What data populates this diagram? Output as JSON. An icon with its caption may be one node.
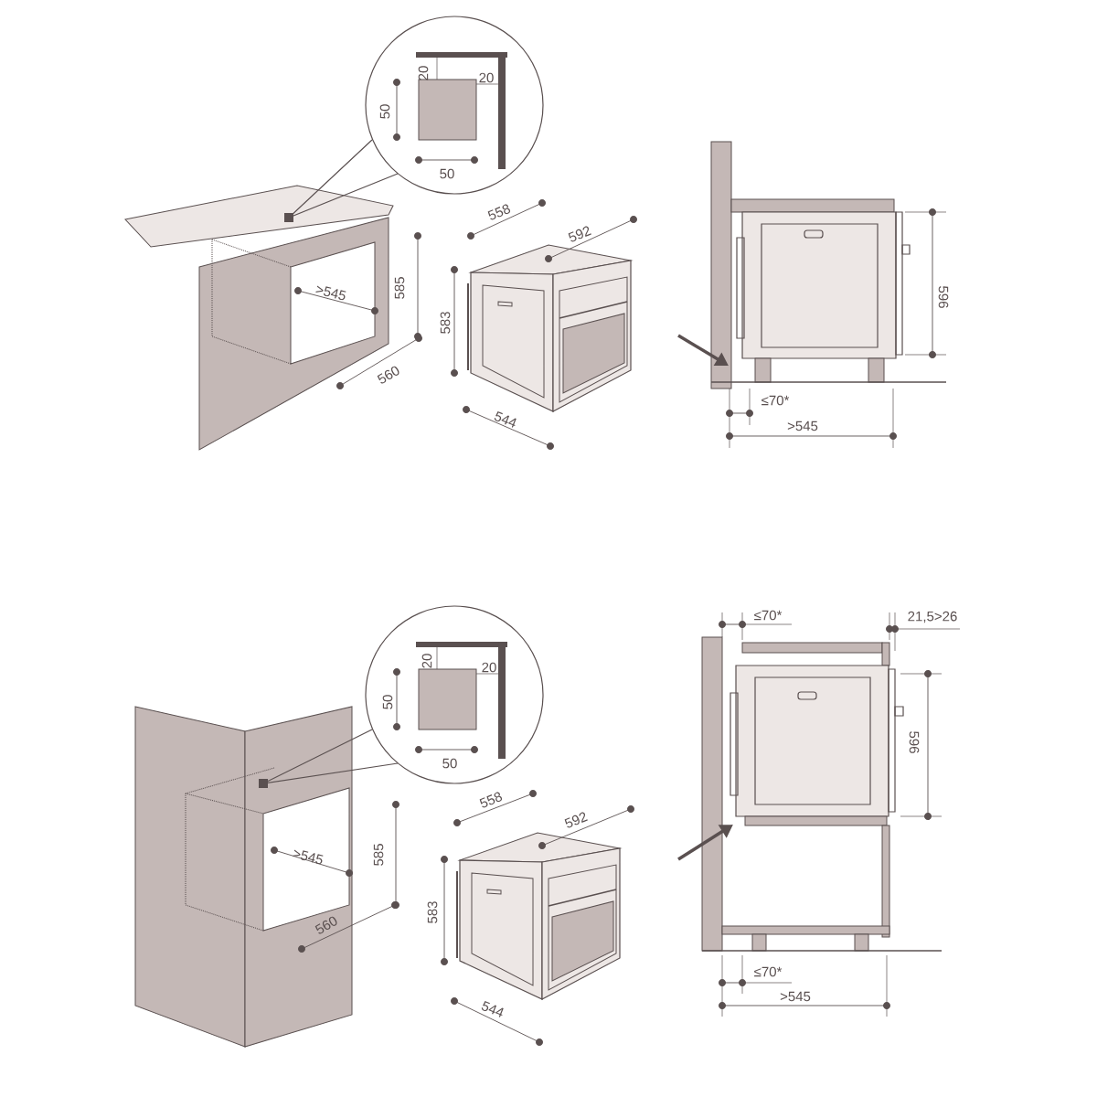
{
  "diagram": {
    "labels": [
      "20",
      "20",
      "50",
      "50",
      "558",
      "592",
      "585",
      ">545",
      "583",
      "596",
      "560",
      "544",
      "≤70*",
      ">545",
      "20",
      "20",
      "50",
      "50",
      "≤70*",
      "21,5>26",
      "558",
      "592",
      ">545",
      "585",
      "596",
      "583",
      "560",
      "544",
      "≤70*",
      ">545"
    ]
  }
}
